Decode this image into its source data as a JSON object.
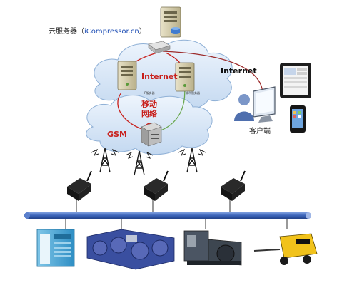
{
  "diagram": {
    "cloud_server_label": "云服务器（",
    "cloud_server_brand": "iCompressor.cn",
    "cloud_server_close": "）",
    "internet_inner": "Internet",
    "internet_outer": "Internet",
    "mobile_network_line1": "移动",
    "mobile_network_line2": "网络",
    "gsm_label": "GSM",
    "client_label": "客户端",
    "ip_server_label": "IP服务器",
    "city_server_label": "城市服务器",
    "colors": {
      "link_red": "#c8201c",
      "link_green": "#6aa84f",
      "link_dark_red": "#9c2b2b",
      "cloud_fill": "#d7e6f7",
      "bus_blue": "#3a63b8"
    },
    "icons": [
      "server-icon",
      "router-icon",
      "gsm-gateway-icon",
      "antenna-tower-icon",
      "gsm-modem-icon",
      "user-icon",
      "monitor-icon",
      "tablet-icon",
      "phone-icon",
      "compressor-icon",
      "portable-compressor-icon"
    ]
  }
}
